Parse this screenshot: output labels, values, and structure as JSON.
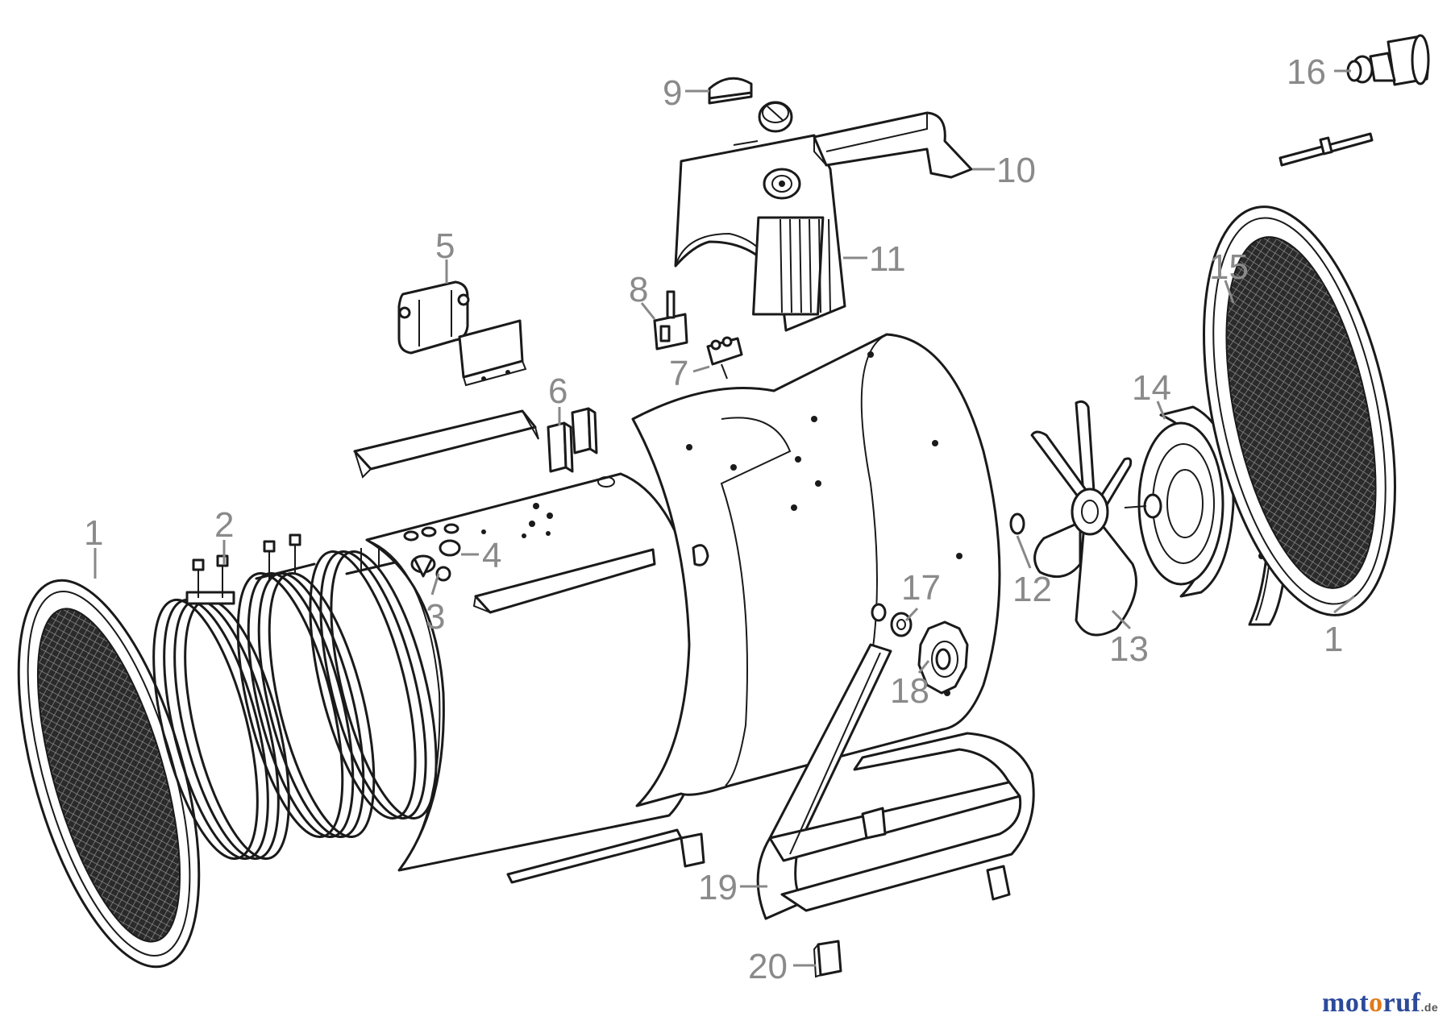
{
  "callouts": {
    "c1_left": "1",
    "c1_right": "1",
    "c2": "2",
    "c3": "3",
    "c4": "4",
    "c5": "5",
    "c6": "6",
    "c7": "7",
    "c8": "8",
    "c9": "9",
    "c10": "10",
    "c11": "11",
    "c12": "12",
    "c13": "13",
    "c14": "14",
    "c15": "15",
    "c16": "16",
    "c17": "17",
    "c18": "18",
    "c19": "19",
    "c20": "20"
  },
  "brand": {
    "part1": "mot",
    "part2": "o",
    "part3": "ruf",
    "suffix": ".de"
  }
}
